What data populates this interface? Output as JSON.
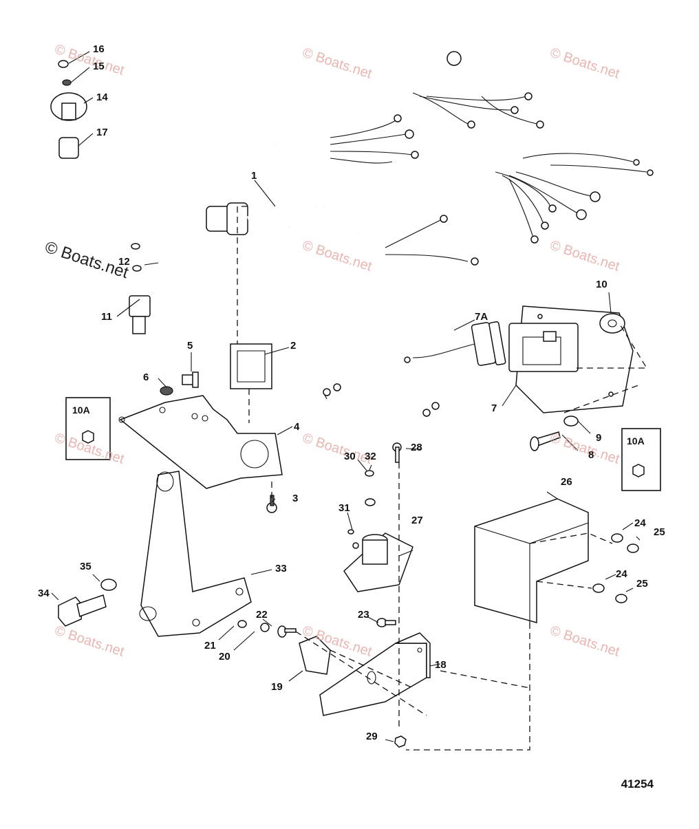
{
  "watermark_text": "© Boats.net",
  "document_number": "41254",
  "callouts": {
    "c1": "1",
    "c2": "2",
    "c3": "3",
    "c4": "4",
    "c5": "5",
    "c6": "6",
    "c7": "7",
    "c7a": "7A",
    "c8": "8",
    "c9": "9",
    "c10": "10",
    "c10a_left": "10A",
    "c10a_right": "10A",
    "c11": "11",
    "c12": "12",
    "c14": "14",
    "c15": "15",
    "c16": "16",
    "c17": "17",
    "c18": "18",
    "c19": "19",
    "c20": "20",
    "c21": "21",
    "c22": "22",
    "c23": "23",
    "c24a": "24",
    "c24b": "24",
    "c25a": "25",
    "c25b": "25",
    "c26": "26",
    "c27": "27",
    "c28": "28",
    "c29": "29",
    "c30": "30",
    "c31": "31",
    "c32": "32",
    "c33": "33",
    "c34": "34",
    "c35": "35"
  },
  "colors": {
    "line": "#111111",
    "watermark": "#e6a9a4",
    "background": "#ffffff"
  }
}
